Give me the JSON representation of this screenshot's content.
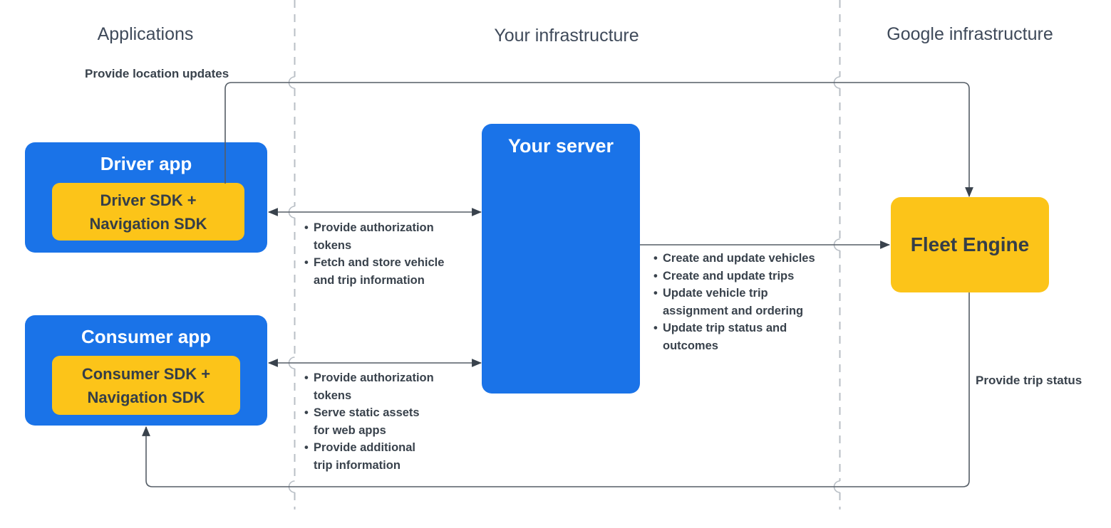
{
  "columns": {
    "applications": "Applications",
    "your_infrastructure": "Your infrastructure",
    "google_infrastructure": "Google infrastructure"
  },
  "nodes": {
    "driver_app": {
      "title": "Driver app",
      "sdk": "Driver SDK +\nNavigation SDK"
    },
    "consumer_app": {
      "title": "Consumer app",
      "sdk": "Consumer SDK +\nNavigation SDK"
    },
    "your_server": {
      "title": "Your server"
    },
    "fleet_engine": {
      "title": "Fleet Engine"
    }
  },
  "edge_labels": {
    "provide_location_updates": "Provide location updates",
    "provide_trip_status": "Provide trip status"
  },
  "lists": {
    "driver_server": {
      "items": [
        "Provide authorization\ntokens",
        "Fetch and store vehicle\nand trip information"
      ]
    },
    "consumer_server": {
      "items": [
        "Provide authorization\ntokens",
        "Serve static assets\nfor web apps",
        "Provide additional\ntrip information"
      ]
    },
    "server_fleet": {
      "items": [
        "Create and update vehicles",
        "Create and update trips",
        "Update vehicle trip\nassignment and ordering",
        "Update trip status and\noutcomes"
      ]
    }
  },
  "colors": {
    "blue": "#1A73E8",
    "yellow": "#FCC419",
    "line": "#555D66",
    "arrow": "#39424C",
    "dashed": "#B9BFC6",
    "header_text": "#3F4A5A",
    "body_text": "#39424C",
    "dark_text": "#353E48",
    "title_text": "#FFFFFF"
  }
}
